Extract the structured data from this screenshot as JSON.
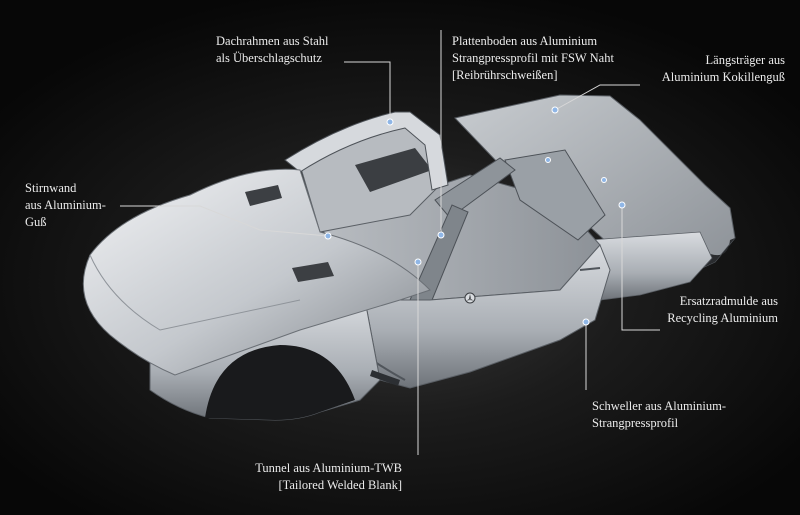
{
  "labels": {
    "dachrahmen": [
      "Dachrahmen aus Stahl",
      "als Überschlagschutz"
    ],
    "plattenboden": [
      "Plattenboden aus Aluminium",
      "Strangpressprofil mit FSW Naht",
      "[Reibrührschweißen]"
    ],
    "laengstraeger": [
      "Längsträger aus",
      "Aluminium Kokillenguß"
    ],
    "stirnwand": [
      "Stirnwand",
      "aus Aluminium-",
      "Guß"
    ],
    "ersatzradmulde": [
      "Ersatzradmulde aus",
      "Recycling Aluminium"
    ],
    "schweller": [
      "Schweller aus Aluminium-",
      "Strangpressprofil"
    ],
    "tunnel": [
      "Tunnel aus Aluminium-TWB",
      "[Tailored Welded Blank]"
    ]
  },
  "colors": {
    "background": "#0b0b0b",
    "body_silver": "#c9cdd2",
    "leader_line": "#d8d8d8",
    "marker": "#8fb6e6"
  },
  "icons": [
    "mercedes-star-emblem"
  ]
}
